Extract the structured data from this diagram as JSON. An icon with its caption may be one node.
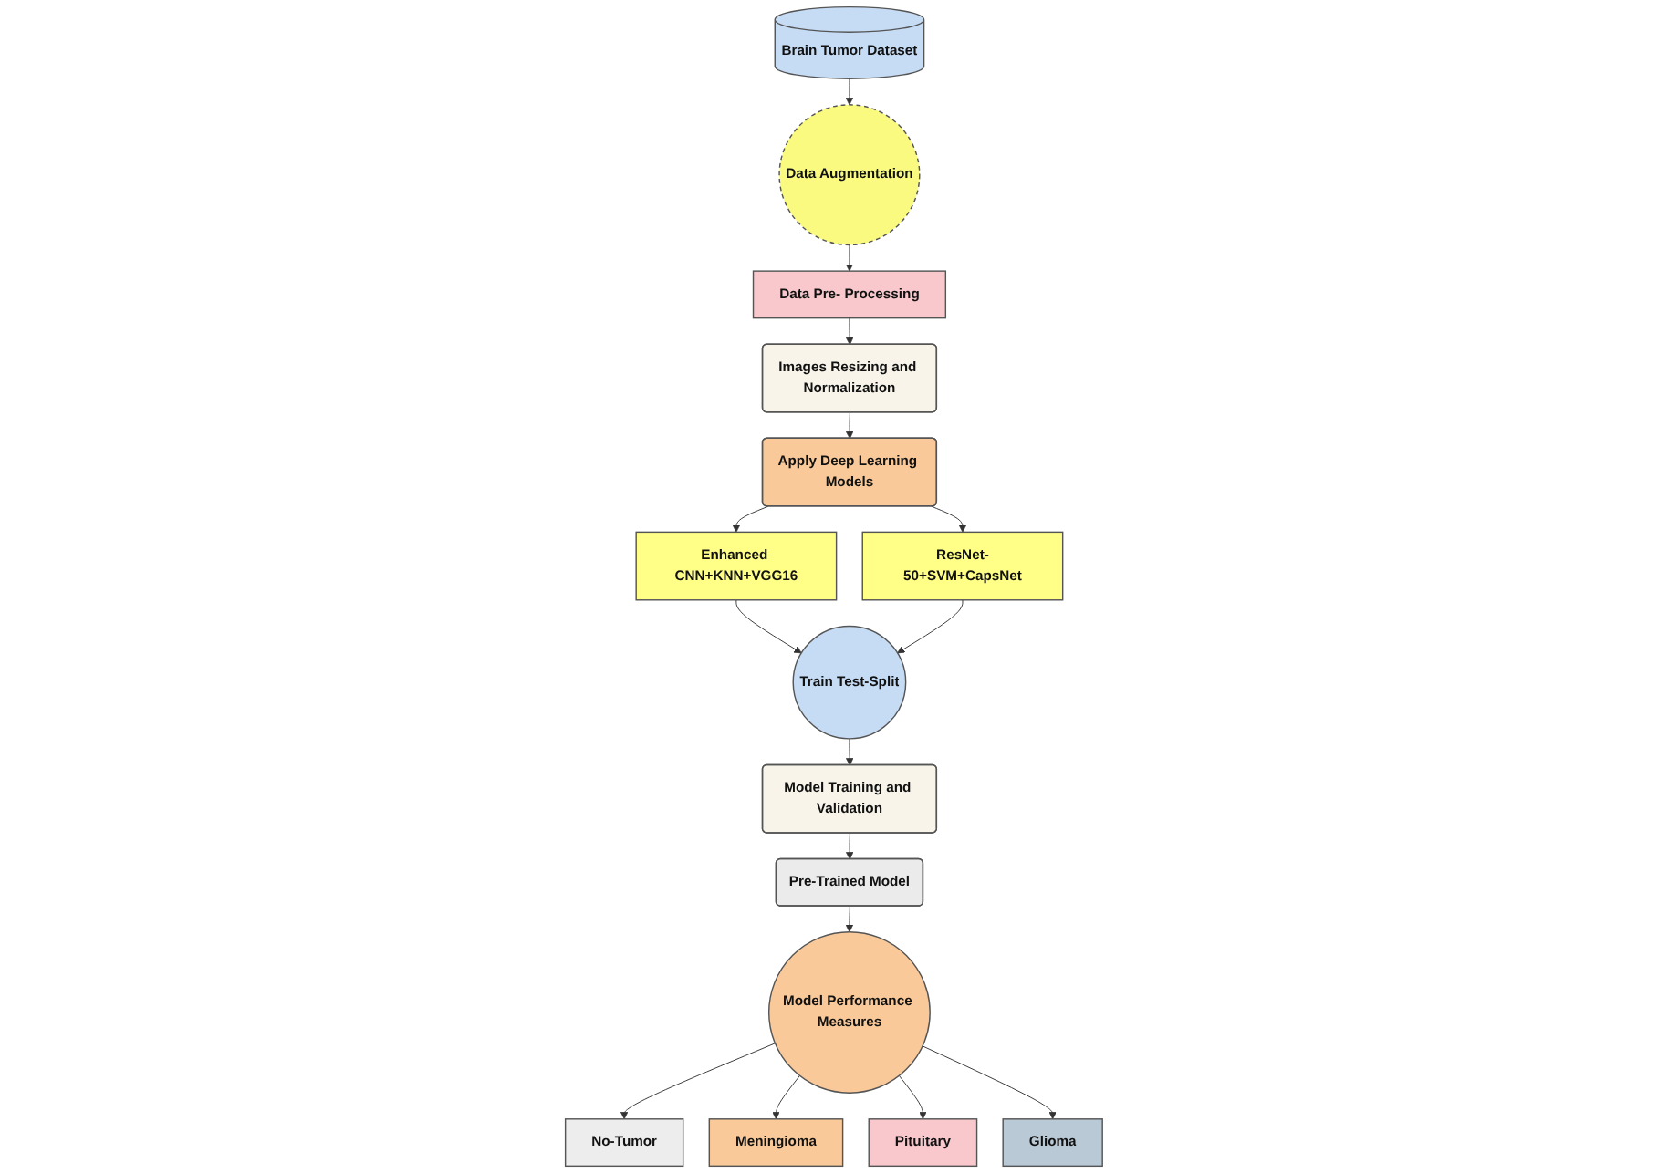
{
  "diagram": {
    "nodes": [
      {
        "text": [
          "Brain Tumor Dataset"
        ]
      },
      {
        "text": [
          "Data Augmentation"
        ]
      },
      {
        "text": [
          "Data Pre- Processing"
        ]
      },
      {
        "text": [
          "Images Resizing and Normalization"
        ]
      },
      {
        "text": [
          "Enhanced CNN+KNN+VGG16"
        ]
      },
      {
        "text": [
          "Apply Deep Learning Models"
        ]
      },
      {
        "text": [
          "Train Test-Split"
        ]
      },
      {
        "text": [
          "ResNet-50+SVM+CapsNet"
        ]
      },
      {
        "text": [
          "No-Tumor"
        ]
      },
      {
        "text": [
          "Model Training and Validation"
        ]
      },
      {
        "text": [
          "Pre-Trained Model"
        ]
      },
      {
        "text": [
          "Model Performance Measures"
        ]
      },
      {
        "text": [
          "Meningioma"
        ]
      },
      {
        "text": [
          "Pituitary"
        ]
      },
      {
        "text": [
          "Glioma"
        ]
      }
    ],
    "edges": [
      {
        "from": 0,
        "to": 1,
        "arrow": "to"
      },
      {
        "from": 1,
        "to": 2,
        "arrow": "to"
      },
      {
        "from": 2,
        "to": 3,
        "arrow": "to"
      },
      {
        "from": 3,
        "to": 5,
        "arrow": "to"
      },
      {
        "from": 5,
        "to": 4,
        "arrow": "to"
      },
      {
        "from": 5,
        "to": 7,
        "arrow": "to"
      },
      {
        "from": 4,
        "to": 6,
        "arrow": "to"
      },
      {
        "from": 7,
        "to": 6,
        "arrow": "to"
      },
      {
        "from": 6,
        "to": 9,
        "arrow": "to"
      },
      {
        "from": 9,
        "to": 10,
        "arrow": "to"
      },
      {
        "from": 10,
        "to": 11,
        "arrow": "to"
      },
      {
        "from": 11,
        "to": 8,
        "arrow": "to"
      },
      {
        "from": 11,
        "to": 12,
        "arrow": "to"
      },
      {
        "from": 11,
        "to": 13,
        "arrow": "to"
      },
      {
        "from": 11,
        "to": 14,
        "arrow": "to"
      }
    ]
  }
}
